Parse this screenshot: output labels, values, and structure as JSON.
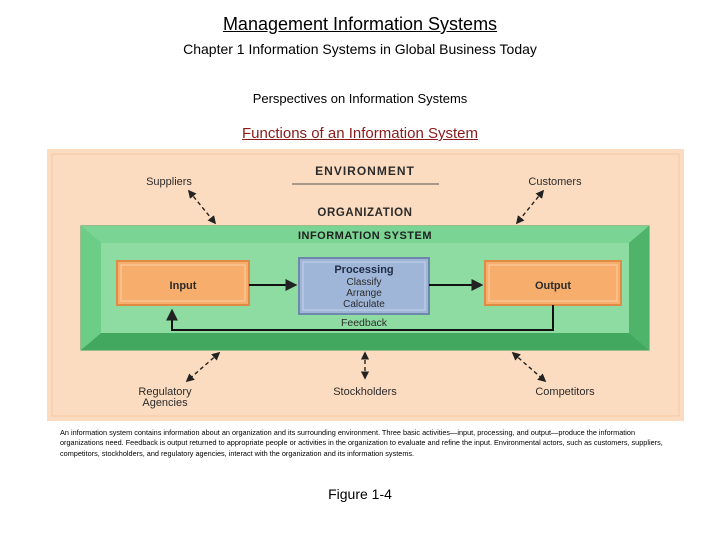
{
  "header": {
    "title": "Management Information Systems",
    "subtitle": "Chapter 1 Information Systems in Global Business Today",
    "perspectives": "Perspectives on Information Systems",
    "functions_title": "Functions of an Information System"
  },
  "diagram": {
    "environment": "ENVIRONMENT",
    "organization": "ORGANIZATION",
    "information_system": "INFORMATION SYSTEM",
    "input": "Input",
    "output": "Output",
    "processing": "Processing",
    "processing_steps": [
      "Classify",
      "Arrange",
      "Calculate"
    ],
    "feedback": "Feedback",
    "actors": {
      "suppliers": "Suppliers",
      "customers": "Customers",
      "regulatory_line1": "Regulatory",
      "regulatory_line2": "Agencies",
      "stockholders": "Stockholders",
      "competitors": "Competitors"
    },
    "colors": {
      "environment_bg": "#fcdcc0",
      "organization_bg": "#fde7d4",
      "is_frame": "#5fc47a",
      "is_inner": "#8fdca2",
      "box_fill": "#f7ae6c",
      "processing_fill": "#9fb6d8",
      "text_dark": "#2b2b2b"
    }
  },
  "caption": "An information system contains information about an organization and its surrounding environment. Three basic activities—input, processing, and output—produce the information organizations need. Feedback is output returned to appropriate people or activities in the organization to evaluate and refine the input. Environmental actors, such as customers, suppliers, competitors, stockholders, and regulatory agencies, interact with the organization and its information systems.",
  "figure_label": "Figure 1-4"
}
